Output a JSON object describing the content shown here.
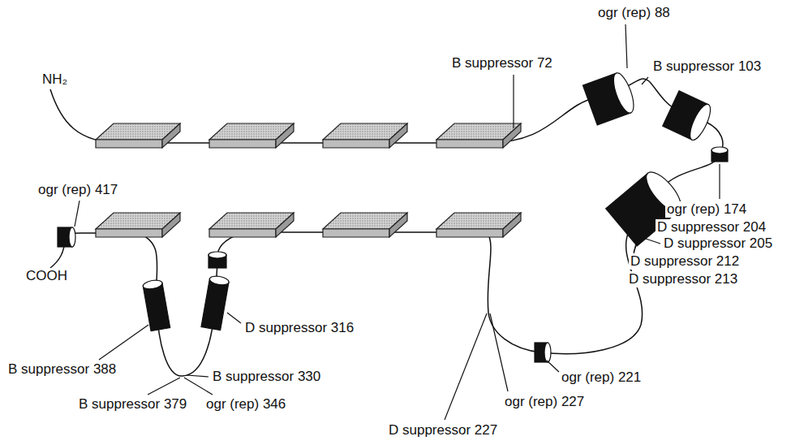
{
  "diagram": {
    "labels": [
      "NH₂",
      "B suppressor 72",
      "ogr (rep) 88",
      "B suppressor 103",
      "ogr (rep) 174",
      "D suppressor 204",
      "D suppressor 205",
      "D suppressor 212",
      "D suppressor 213",
      "ogr (rep) 221",
      "ogr (rep) 227",
      "D suppressor 227",
      "D suppressor 316",
      "B suppressor 330",
      "ogr (rep) 346",
      "B suppressor 379",
      "B suppressor 388",
      "ogr (rep) 417",
      "COOH"
    ]
  }
}
